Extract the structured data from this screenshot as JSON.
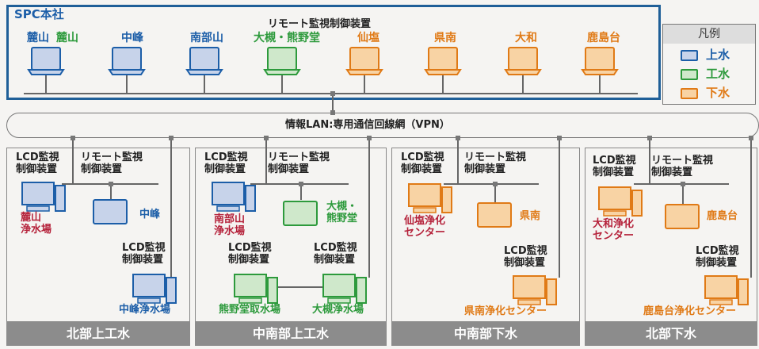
{
  "hq": {
    "title": "SPC本社",
    "device_label": "リモート監視制御装置",
    "sites": [
      {
        "label": "麓山",
        "type": "water"
      },
      {
        "label": "麓山",
        "type": "industrial"
      },
      {
        "label": "中峰",
        "type": "water"
      },
      {
        "label": "南部山",
        "type": "water"
      },
      {
        "label": "大槻・熊野堂",
        "type": "industrial"
      },
      {
        "label": "仙塩",
        "type": "sewer"
      },
      {
        "label": "県南",
        "type": "sewer"
      },
      {
        "label": "大和",
        "type": "sewer"
      },
      {
        "label": "鹿島台",
        "type": "sewer"
      }
    ]
  },
  "legend": {
    "title": "凡例",
    "items": [
      {
        "label": "上水",
        "color": "#1c5ea8"
      },
      {
        "label": "工水",
        "color": "#2d9a3c"
      },
      {
        "label": "下水",
        "color": "#e07a16"
      }
    ]
  },
  "network": {
    "label": "情報LAN:専用通信回線網（VPN）"
  },
  "device_types": {
    "lcd": "LCD監視\n制御装置",
    "remote": "リモート監視\n制御装置"
  },
  "regions": [
    {
      "name": "北部上工水",
      "sites": {
        "main": "麓山\n浄水場",
        "remote": "中峰",
        "sub": "中峰浄水場"
      }
    },
    {
      "name": "中南部上工水",
      "sites": {
        "main": "南部山\n浄水場",
        "remote": "大槻・\n熊野堂",
        "sub1": "熊野堂取水場",
        "sub2": "大槻浄水場"
      }
    },
    {
      "name": "中南部下水",
      "sites": {
        "main": "仙塩浄化\nセンター",
        "remote": "県南",
        "sub": "県南浄化センター"
      }
    },
    {
      "name": "北部下水",
      "sites": {
        "main": "大和浄化\nセンター",
        "remote": "鹿島台",
        "sub": "鹿島台浄化センター"
      }
    }
  ],
  "colors": {
    "hq_border": "#1f5f98",
    "water_fill": "#c7d3ea",
    "industrial_fill": "#cfe8cb",
    "sewer_fill": "#f8d3a4",
    "footer": "#8c8c8c"
  }
}
